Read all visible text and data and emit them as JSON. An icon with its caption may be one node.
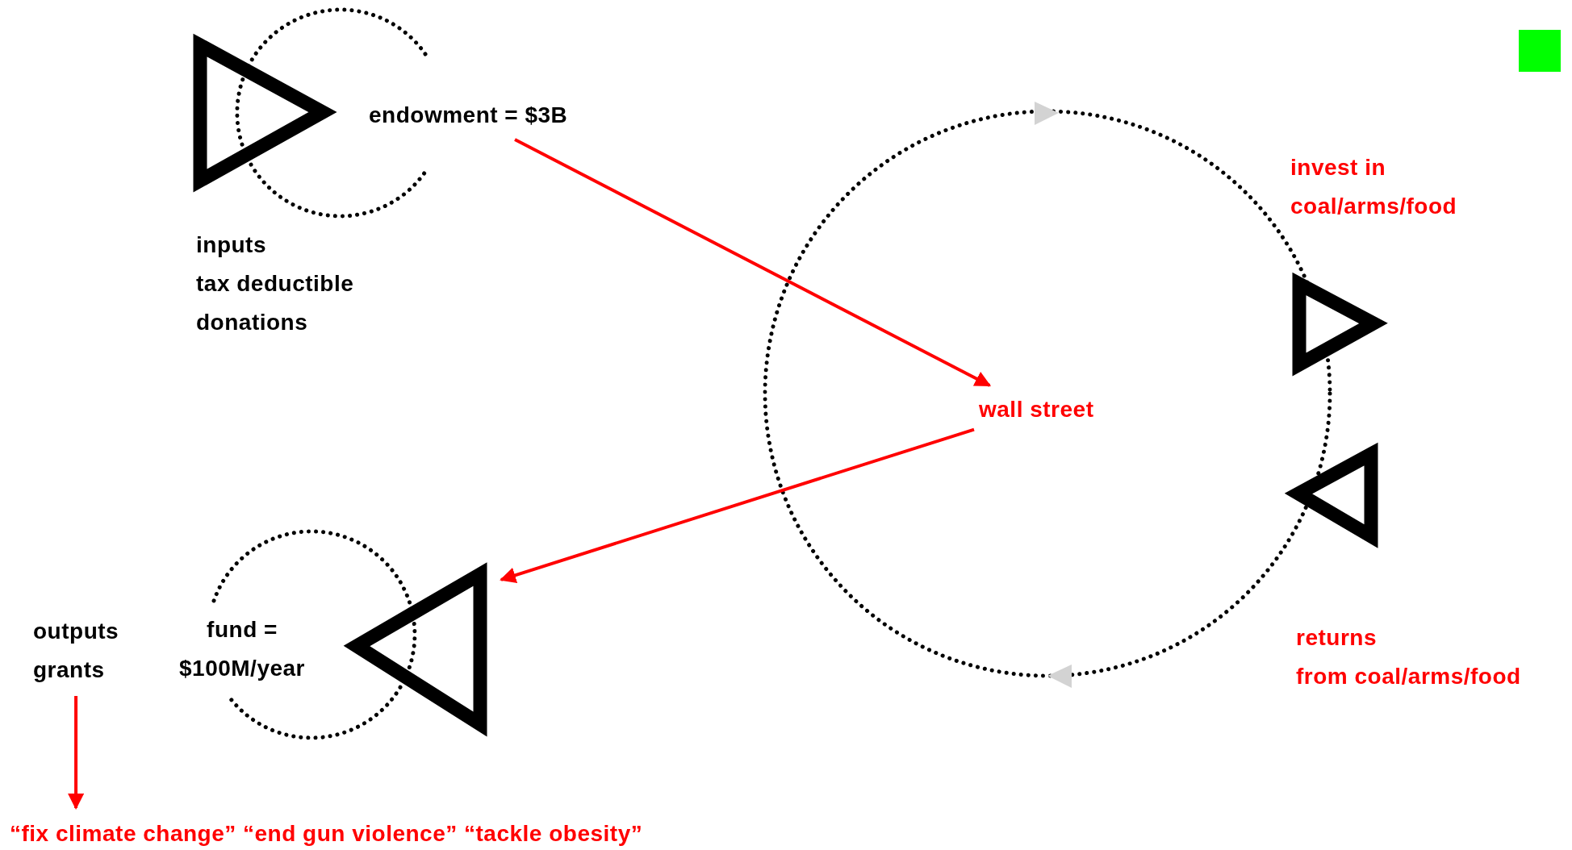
{
  "diagram": {
    "nodes": [
      {
        "text": [
          "endowment = $3B"
        ]
      },
      {
        "text": [
          "wall street"
        ]
      },
      {
        "text": [
          "fund = $100M/year"
        ]
      },
      {
        "text": [
          "outputs",
          "grants"
        ]
      },
      {
        "text": [
          "“fix climate change” “end gun violence” “tackle obesity”"
        ]
      }
    ],
    "edges": [
      {
        "from": 0,
        "to": 1,
        "arrow": "to"
      },
      {
        "from": 1,
        "to": 2,
        "arrow": "to"
      },
      {
        "from": 3,
        "to": 4,
        "arrow": "to"
      }
    ],
    "labels": [
      "inputs",
      "tax deductible donations",
      "invest in",
      "coal/arms/food",
      "returns",
      "from coal/arms/food"
    ]
  }
}
